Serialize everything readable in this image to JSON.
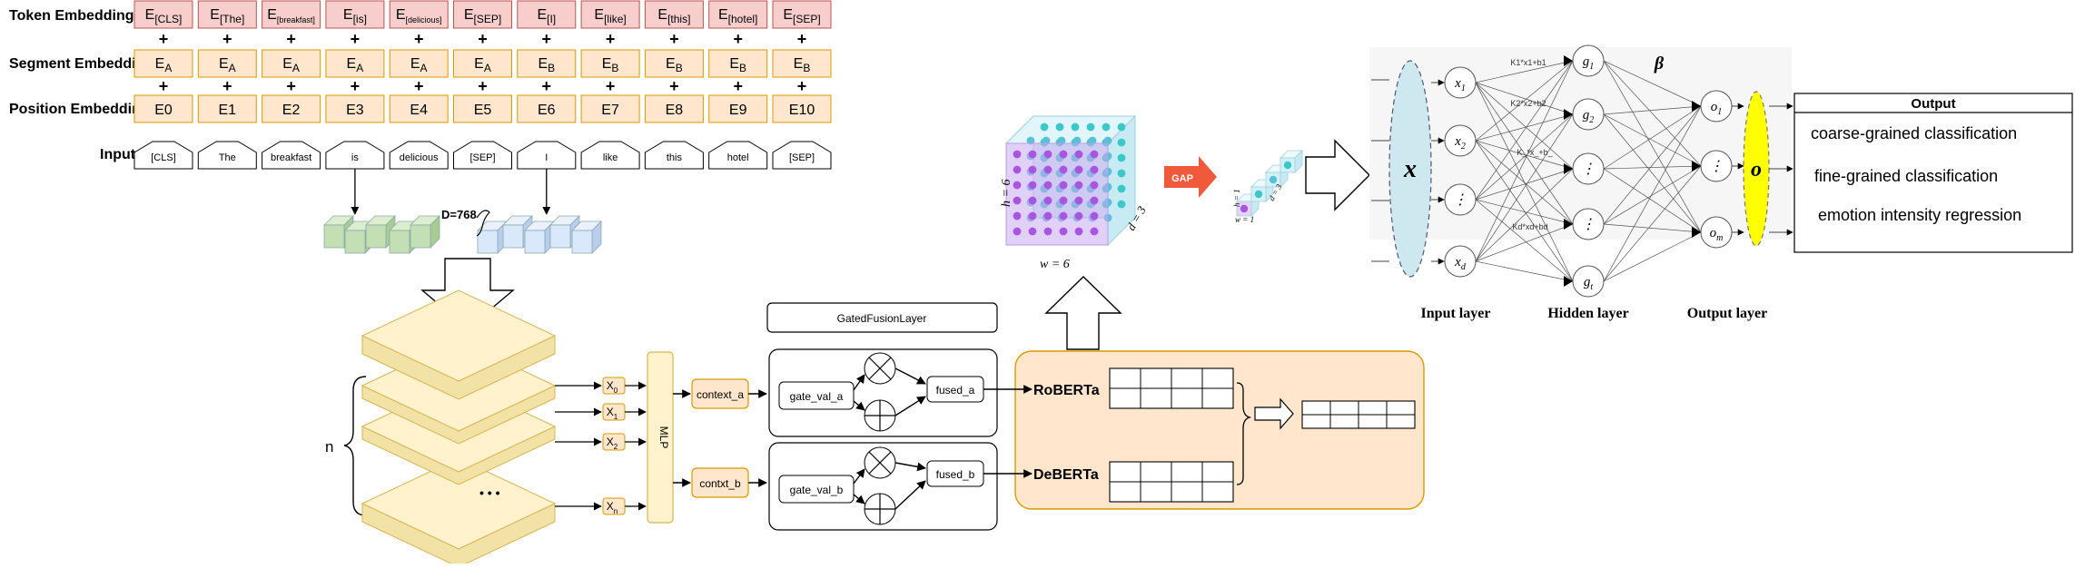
{
  "embedding": {
    "row_labels": [
      "Token Embedding",
      "Segment Embedding",
      "Position Embedding",
      "Input"
    ],
    "tokens": [
      {
        "base": "E",
        "sub": "[CLS]"
      },
      {
        "base": "E",
        "sub": "[The]"
      },
      {
        "base": "E",
        "sub": "[breakfast]"
      },
      {
        "base": "E",
        "sub": "[is]"
      },
      {
        "base": "E",
        "sub": "[delicious]"
      },
      {
        "base": "E",
        "sub": "[SEP]"
      },
      {
        "base": "E",
        "sub": "[I]"
      },
      {
        "base": "E",
        "sub": "[like]"
      },
      {
        "base": "E",
        "sub": "[this]"
      },
      {
        "base": "E",
        "sub": "[hotel]"
      },
      {
        "base": "E",
        "sub": "[SEP]"
      }
    ],
    "segments": [
      {
        "base": "E",
        "sub": "A"
      },
      {
        "base": "E",
        "sub": "A"
      },
      {
        "base": "E",
        "sub": "A"
      },
      {
        "base": "E",
        "sub": "A"
      },
      {
        "base": "E",
        "sub": "A"
      },
      {
        "base": "E",
        "sub": "A"
      },
      {
        "base": "E",
        "sub": "B"
      },
      {
        "base": "E",
        "sub": "B"
      },
      {
        "base": "E",
        "sub": "B"
      },
      {
        "base": "E",
        "sub": "B"
      },
      {
        "base": "E",
        "sub": "B"
      }
    ],
    "positions": [
      "E0",
      "E1",
      "E2",
      "E3",
      "E4",
      "E5",
      "E6",
      "E7",
      "E8",
      "E9",
      "E10"
    ],
    "inputs": [
      "[CLS]",
      "The",
      "breakfast",
      "is",
      "delicious",
      "[SEP]",
      "I",
      "like",
      "this",
      "hotel",
      "[SEP]"
    ],
    "plus": "+",
    "colors": {
      "token_fill": "#f8cecc",
      "token_stroke": "#b85450",
      "seg_fill": "#ffe6cc",
      "seg_stroke": "#d79b00"
    }
  },
  "vectors": {
    "dim_label": "D=768"
  },
  "stack": {
    "n_label": "n",
    "ellipsis": "• • •",
    "x_labels": [
      {
        "base": "X",
        "sub": "0"
      },
      {
        "base": "X",
        "sub": "1"
      },
      {
        "base": "X",
        "sub": "2"
      },
      {
        "base": "X",
        "sub": "n"
      }
    ],
    "mlp": "MLP",
    "context_a": "context_a",
    "context_b": "contxt_b"
  },
  "fusion": {
    "title": "GatedFusionLayer",
    "gate_a": "gate_val_a",
    "gate_b": "gate_val_b",
    "fused_a": "fused_a",
    "fused_b": "fused_b"
  },
  "models": {
    "roberta": "RoBERTa",
    "deberta": "DeBERTa"
  },
  "cube": {
    "h": "h = 6",
    "w": "w = 6",
    "d": "d = 3",
    "gap": "GAP",
    "small_h": "h = 1",
    "small_w": "w = 1",
    "small_d": "d = 3"
  },
  "network": {
    "x_big": "x",
    "inputs": [
      "x1",
      "x2",
      "⋮",
      "xd"
    ],
    "hidden": [
      "g1",
      "g2",
      "⋮",
      "⋮",
      "gt"
    ],
    "outputs": [
      "o1",
      "⋮",
      "om"
    ],
    "o_big": "o",
    "beta": "β",
    "edge_labels": [
      "K1*x1+b1",
      "K2*x2+b2",
      "K_*x_+b_",
      "Kd*xd+bd"
    ],
    "layer_labels": [
      "Input layer",
      "Hidden layer",
      "Output layer"
    ]
  },
  "output_box": {
    "title": "Output",
    "items": [
      "coarse-grained classification",
      "fine-grained classification",
      "emotion intensity regression"
    ]
  }
}
